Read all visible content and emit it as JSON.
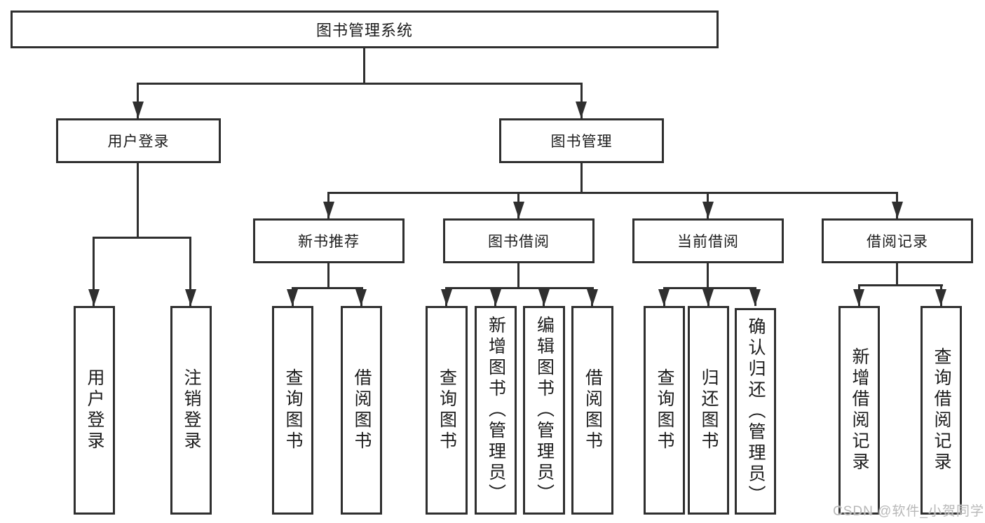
{
  "colors": {
    "line": "#2f2f2f",
    "text": "#1c1c1c",
    "box_background": "#ffffff",
    "page_background": "#ffffff",
    "watermark": "#b8b8b8"
  },
  "tree": {
    "label": "图书管理系统",
    "children": [
      {
        "label": "用户登录",
        "children": [
          {
            "label": "用户登录"
          },
          {
            "label": "注销登录"
          }
        ]
      },
      {
        "label": "图书管理",
        "children": [
          {
            "label": "新书推荐",
            "children": [
              {
                "label": "查询图书"
              },
              {
                "label": "借阅图书"
              }
            ]
          },
          {
            "label": "图书借阅",
            "children": [
              {
                "label": "查询图书"
              },
              {
                "label": "新增图书（管理员）"
              },
              {
                "label": "编辑图书（管理员）"
              },
              {
                "label": "借阅图书"
              }
            ]
          },
          {
            "label": "当前借阅",
            "children": [
              {
                "label": "查询图书"
              },
              {
                "label": "归还图书"
              },
              {
                "label": "确认归还（管理员）"
              }
            ]
          },
          {
            "label": "借阅记录",
            "children": [
              {
                "label": "新增借阅记录"
              },
              {
                "label": "查询借阅记录"
              }
            ]
          }
        ]
      }
    ]
  },
  "watermark": {
    "text": "CSDN @软件_小贺同学"
  }
}
